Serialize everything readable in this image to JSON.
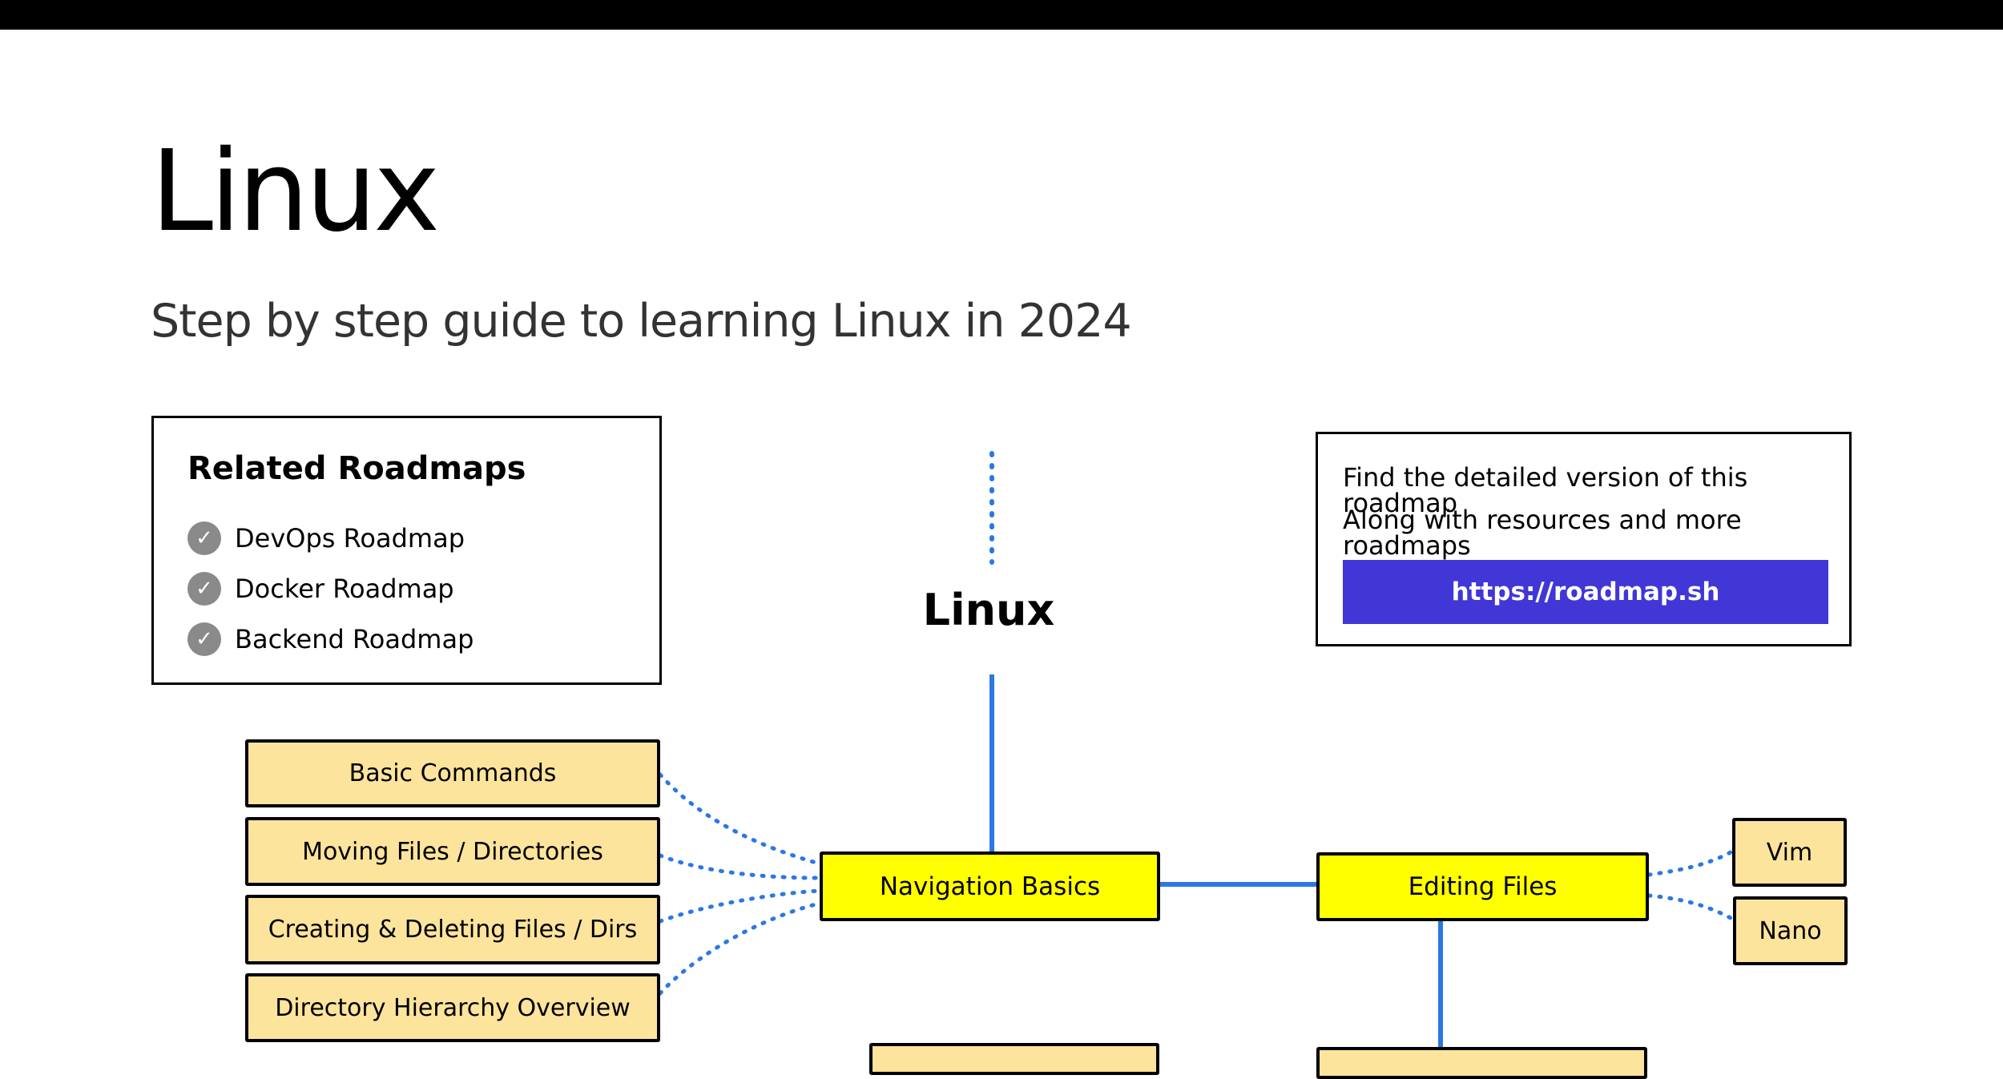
{
  "header": {
    "title": "Linux",
    "subtitle": "Step by step guide to learning Linux in 2024"
  },
  "related": {
    "heading": "Related Roadmaps",
    "items": [
      "DevOps Roadmap",
      "Docker Roadmap",
      "Backend Roadmap"
    ]
  },
  "promo": {
    "line1": "Find the detailed version of this roadmap",
    "line2": "Along with resources and more roadmaps",
    "link_label": "https://roadmap.sh"
  },
  "roadmap": {
    "root": "Linux",
    "topics": {
      "navigation": "Navigation Basics",
      "editing": "Editing Files"
    },
    "navigation_subtopics": [
      "Basic Commands",
      "Moving Files / Directories",
      "Creating & Deleting Files / Dirs",
      "Directory Hierarchy Overview"
    ],
    "editing_subtopics": [
      "Vim",
      "Nano"
    ]
  },
  "colors": {
    "topic": "#ffff00",
    "subtopic": "#fde49c",
    "connector": "#2b78e4",
    "link_button": "#4136d6"
  }
}
